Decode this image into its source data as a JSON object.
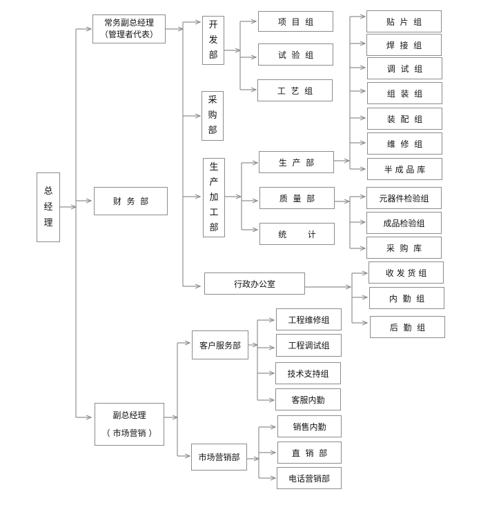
{
  "nodes": {
    "gm": "总经理",
    "exec_vp": {
      "line1": "常务副总经理",
      "line2": "（管理者代表）"
    },
    "finance": "财  务  部",
    "vp_marketing": {
      "line1": "副总经理",
      "line2": "（ 市场营销 ）"
    },
    "rnd": "开发部",
    "purchasing": "采购部",
    "manufacturing": "生产加工部",
    "admin_office": "行政办公室",
    "project_group": "项  目  组",
    "test_group": "试  验  组",
    "process_group": "工  艺  组",
    "production_dept": "生  产  部",
    "quality_dept": "质  量  部",
    "statistics": "统        计",
    "smt_group": "贴  片  组",
    "welding_group": "焊  接  组",
    "debug_group": "调  试  组",
    "assembly_group": "组  装  组",
    "fitting_group": "装  配  组",
    "repair_group": "维  修  组",
    "semi_finished_store": "半 成 品 库",
    "component_inspection": "元器件检验组",
    "product_inspection": "成品检验组",
    "purchase_store": "采  购  库",
    "shipping_group": "收 发 货 组",
    "office_affairs_group": "内  勤  组",
    "logistics_group": "后  勤  组",
    "customer_service": "客户服务部",
    "marketing_dept": "市场营销部",
    "eng_repair_group": "工程维修组",
    "eng_debug_group": "工程调试组",
    "tech_support_group": "技术支持组",
    "cs_office": "客服内勤",
    "sales_office": "销售内勤",
    "direct_sales": "直  销  部",
    "telemarketing": "电话营销部"
  },
  "colors": {
    "line": "#8f8f8f",
    "border": "#8a8a8a"
  }
}
